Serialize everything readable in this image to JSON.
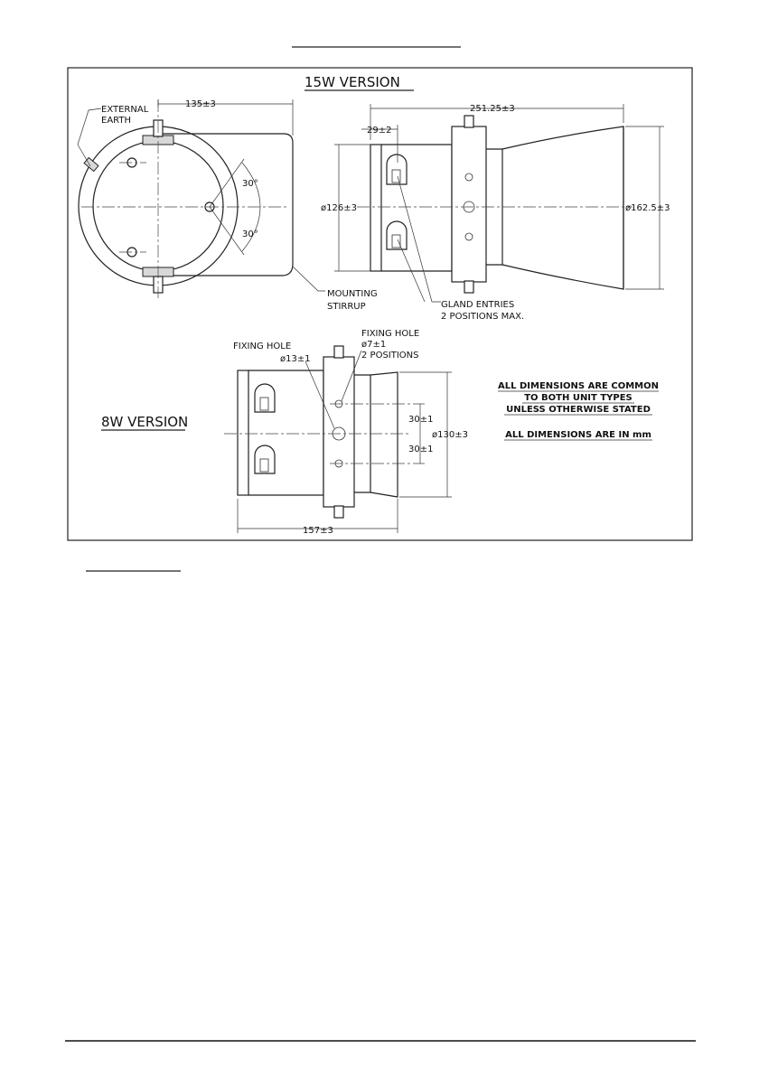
{
  "titles": {
    "v15": "15W VERSION",
    "v8": "8W VERSION"
  },
  "labels": {
    "external_earth_1": "EXTERNAL",
    "external_earth_2": "EARTH",
    "mounting_stirrup_1": "MOUNTING",
    "mounting_stirrup_2": "STIRRUP",
    "gland_entries_1": "GLAND ENTRIES",
    "gland_entries_2": "2 POSITIONS MAX.",
    "fixing_hole_small_1": "FIXING HOLE",
    "fixing_hole_small_2": "ø7±1",
    "fixing_hole_small_3": "2 POSITIONS",
    "fixing_hole_large_1": "FIXING HOLE",
    "fixing_hole_large_2": "ø13±1"
  },
  "dimensions": {
    "d135": "135±3",
    "d251": "251.25±3",
    "d29": "29±2",
    "d126": "ø126±3",
    "d162": "ø162.5±3",
    "angle_a": "30°",
    "angle_b": "30°",
    "d30a": "30±1",
    "d30b": "30±1",
    "d130": "ø130±3",
    "d157": "157±3"
  },
  "notes": {
    "line1": "ALL DIMENSIONS ARE COMMON",
    "line2": "TO BOTH UNIT TYPES",
    "line3": "UNLESS OTHERWISE STATED",
    "line4": "ALL DIMENSIONS ARE IN mm"
  }
}
